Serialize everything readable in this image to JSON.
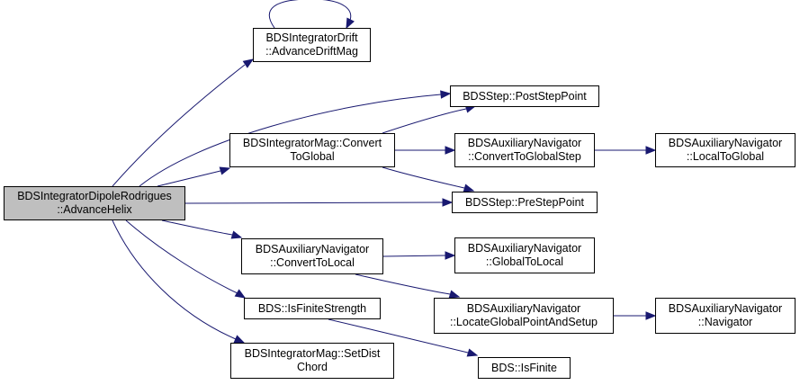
{
  "nodes": [
    {
      "id": "root",
      "lines": [
        "BDSIntegratorDipoleRodrigues",
        "::AdvanceHelix"
      ]
    },
    {
      "id": "drift",
      "lines": [
        "BDSIntegratorDrift",
        "::AdvanceDriftMag"
      ]
    },
    {
      "id": "poststep",
      "lines": [
        "BDSStep::PostStepPoint"
      ]
    },
    {
      "id": "converttoglobal",
      "lines": [
        "BDSIntegratorMag::Convert",
        "ToGlobal"
      ]
    },
    {
      "id": "auxconvglobalstep",
      "lines": [
        "BDSAuxiliaryNavigator",
        "::ConvertToGlobalStep"
      ]
    },
    {
      "id": "auxlocaltoglobal",
      "lines": [
        "BDSAuxiliaryNavigator",
        "::LocalToGlobal"
      ]
    },
    {
      "id": "prestep",
      "lines": [
        "BDSStep::PreStepPoint"
      ]
    },
    {
      "id": "auxconvtolocal",
      "lines": [
        "BDSAuxiliaryNavigator",
        "::ConvertToLocal"
      ]
    },
    {
      "id": "auxglobaltolocal",
      "lines": [
        "BDSAuxiliaryNavigator",
        "::GlobalToLocal"
      ]
    },
    {
      "id": "auxlocate",
      "lines": [
        "BDSAuxiliaryNavigator",
        "::LocateGlobalPointAndSetup"
      ]
    },
    {
      "id": "auxnavigator",
      "lines": [
        "BDSAuxiliaryNavigator",
        "::Navigator"
      ]
    },
    {
      "id": "isfinitestrength",
      "lines": [
        "BDS::IsFiniteStrength"
      ]
    },
    {
      "id": "isfinite",
      "lines": [
        "BDS::IsFinite"
      ]
    },
    {
      "id": "setdistchord",
      "lines": [
        "BDSIntegratorMag::SetDist",
        "Chord"
      ]
    }
  ],
  "edges": [
    [
      "root",
      "drift"
    ],
    [
      "drift",
      "drift"
    ],
    [
      "root",
      "poststep"
    ],
    [
      "root",
      "converttoglobal"
    ],
    [
      "converttoglobal",
      "poststep"
    ],
    [
      "converttoglobal",
      "auxconvglobalstep"
    ],
    [
      "converttoglobal",
      "prestep"
    ],
    [
      "auxconvglobalstep",
      "auxlocaltoglobal"
    ],
    [
      "root",
      "prestep"
    ],
    [
      "root",
      "auxconvtolocal"
    ],
    [
      "auxconvtolocal",
      "auxglobaltolocal"
    ],
    [
      "auxconvtolocal",
      "auxlocate"
    ],
    [
      "auxlocate",
      "auxnavigator"
    ],
    [
      "root",
      "isfinitestrength"
    ],
    [
      "isfinitestrength",
      "isfinite"
    ],
    [
      "root",
      "setdistchord"
    ]
  ],
  "colors": {
    "edge": "#191970",
    "root_fill": "#bfbfbf",
    "node_fill": "#ffffff",
    "node_border": "#000000"
  }
}
